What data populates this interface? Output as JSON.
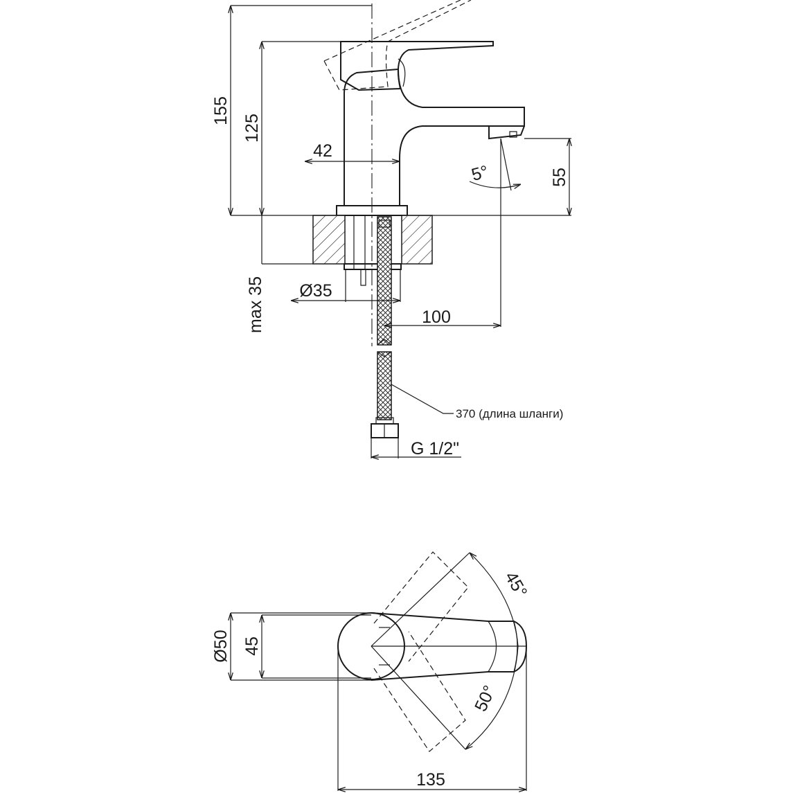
{
  "side_view": {
    "dim_total_height": "155",
    "dim_body_height": "125",
    "dim_body_width": "42",
    "dim_spout_angle": "5°",
    "dim_spout_height": "55",
    "dim_max_thickness": "max 35",
    "dim_mount_diameter": "Ø35",
    "dim_reach": "100",
    "hose_note": "370 (длина шланги)",
    "thread": "G 1/2\""
  },
  "top_view": {
    "dim_body_diameter": "Ø50",
    "dim_handle_width": "45",
    "dim_angle_hot": "45°",
    "dim_angle_cold": "50°",
    "dim_length": "135"
  }
}
